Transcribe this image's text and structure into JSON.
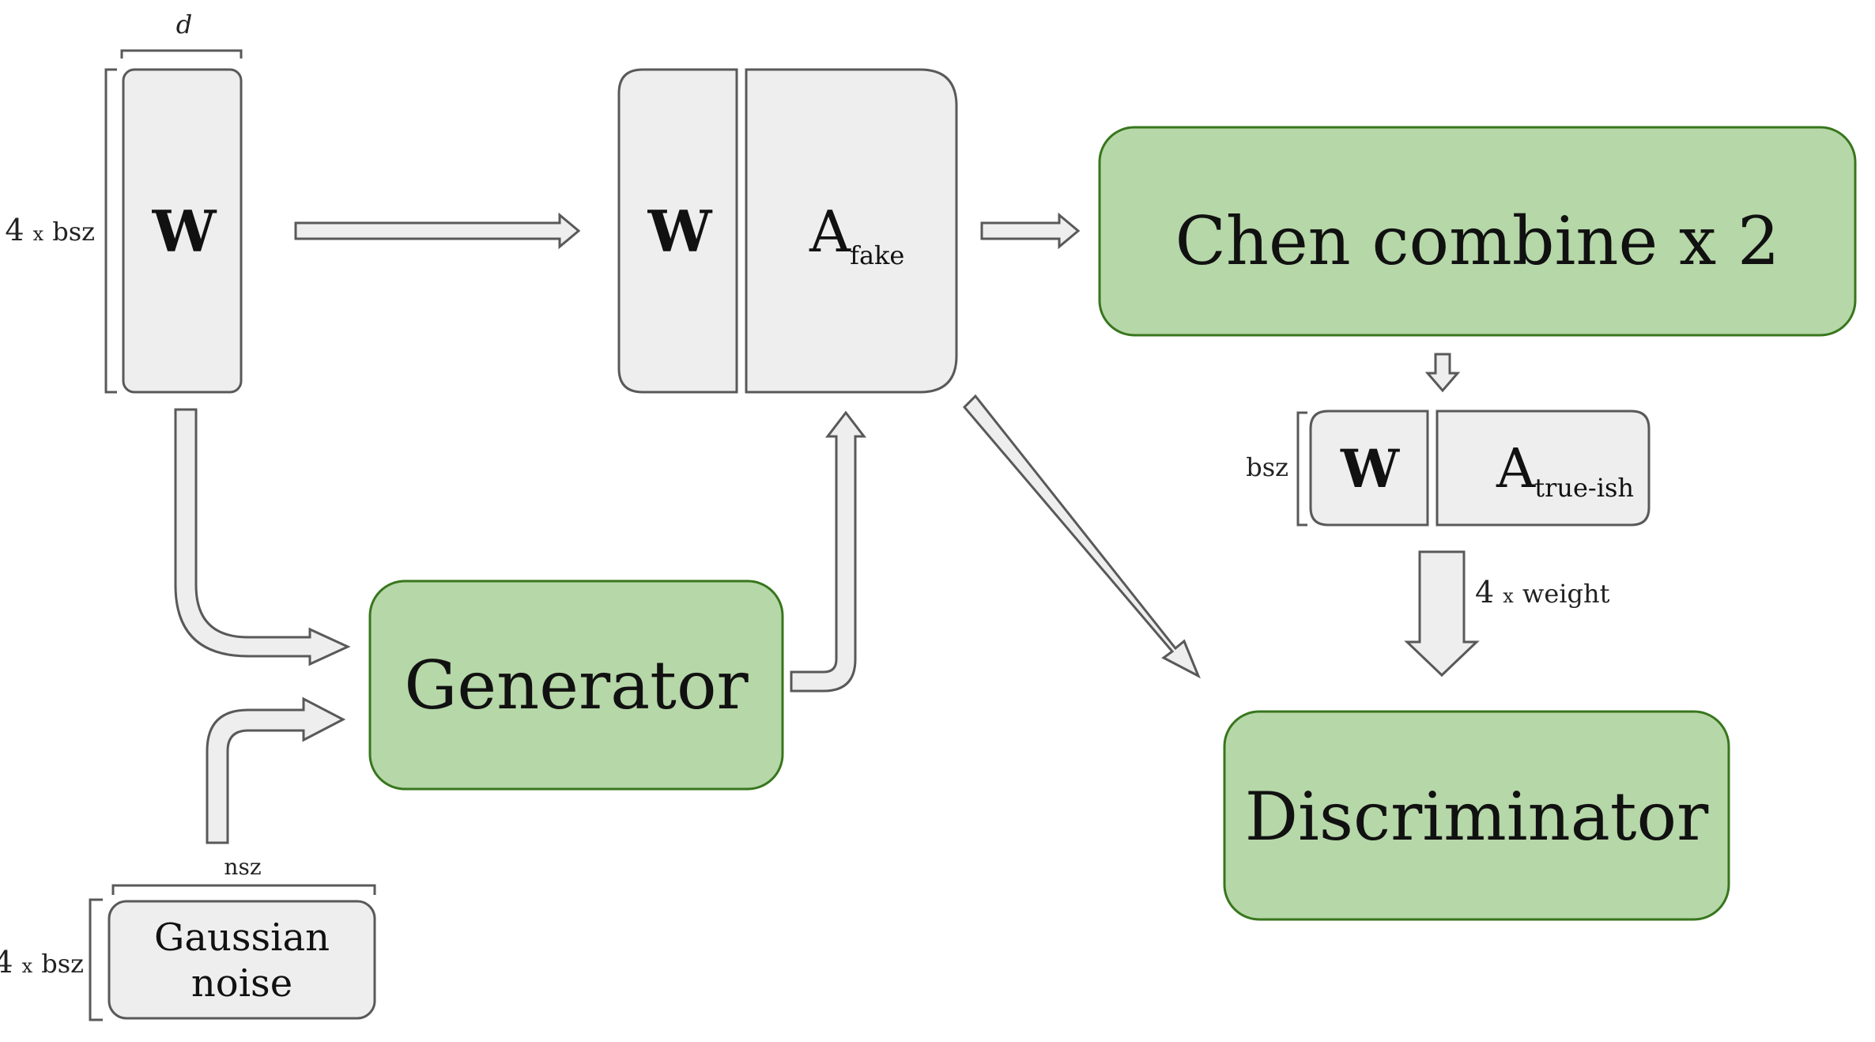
{
  "matrix_w": {
    "label": "W",
    "width_label": "d",
    "height_label_num": "4",
    "height_label_x": "x",
    "height_label_unit": "bsz"
  },
  "fake_pair": {
    "w_label": "W",
    "a_label": "A",
    "a_subscript": "fake"
  },
  "chen_combine": {
    "label": "Chen combine x 2"
  },
  "true_pair": {
    "height_label": "bsz",
    "w_label": "W",
    "a_label": "A",
    "a_subscript": "true-ish"
  },
  "weight_arrow": {
    "label_num": "4",
    "label_x": "x",
    "label_unit": "weight"
  },
  "generator": {
    "label": "Generator"
  },
  "discriminator": {
    "label": "Discriminator"
  },
  "noise": {
    "line1": "Gaussian",
    "line2": "noise",
    "width_label": "nsz",
    "height_label_num": "4",
    "height_label_x": "x",
    "height_label_unit": "bsz"
  }
}
